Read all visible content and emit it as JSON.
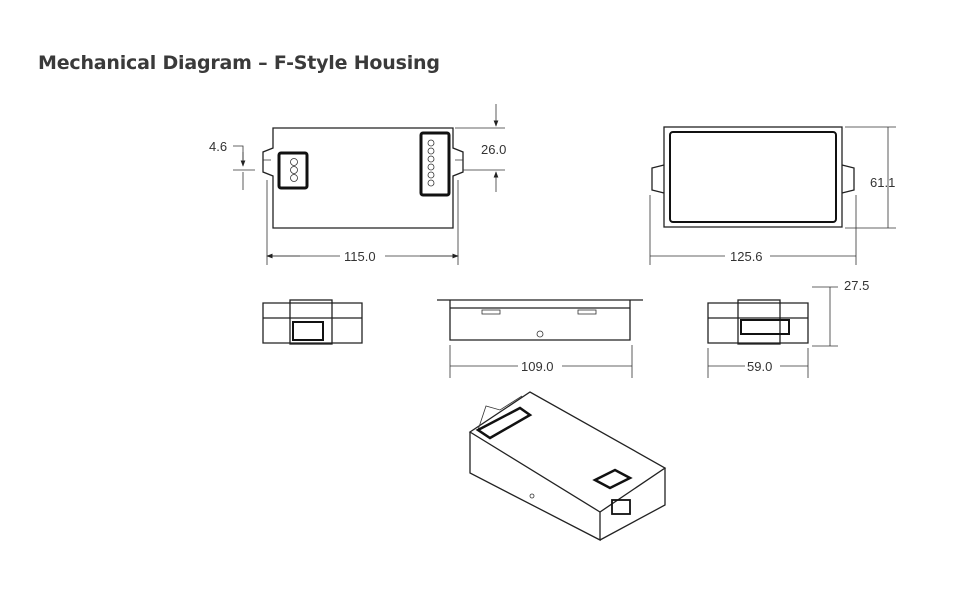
{
  "title": "Mechanical Diagram – F-Style Housing",
  "dimensions": {
    "mount_slot": "4.6",
    "tab_offset": "26.0",
    "top_length": "115.0",
    "height": "61.1",
    "overall_length": "125.6",
    "side_depth": "27.5",
    "side_length": "109.0",
    "end_width": "59.0"
  }
}
